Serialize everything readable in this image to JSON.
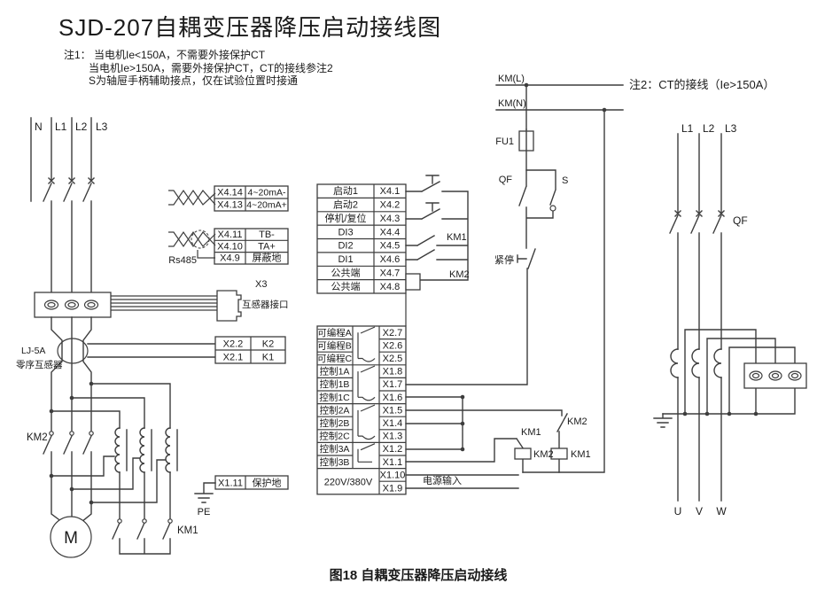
{
  "title": "SJD-207自耦变压器降压启动接线图",
  "note1": {
    "line1": "注1： 当电机Ie<150A，不需要外接保护CT",
    "line2": "当电机Ie>150A，需要外接保护CT，CT的接线参注2",
    "line3": "S为轴屉手柄辅助接点，仅在试验位置时接通"
  },
  "note2": "注2：CT的接线（Ie>150A）",
  "caption": "图18 自耦变压器降压启动接线",
  "colors": {
    "wire": "#3d3d3d",
    "text": "#1a1a1a",
    "background": "#ffffff"
  },
  "left_circuit": {
    "phase_n": "N",
    "phase_l1": "L1",
    "phase_l2": "L2",
    "phase_l3": "L3",
    "ct_model": "LJ-5A",
    "ct_type": "零序互感器",
    "run_contactor": "KM2",
    "star_contactor": "KM1",
    "motor": "M"
  },
  "device": {
    "analog_terminals": [
      {
        "id": "X4.14",
        "label": "4~20mA-"
      },
      {
        "id": "X4.13",
        "label": "4~20mA+"
      }
    ],
    "comm_terminals": [
      {
        "id": "X4.11",
        "label": "TB-"
      },
      {
        "id": "X4.10",
        "label": "TA+"
      },
      {
        "id": "X4.9",
        "label": "屏蔽地"
      }
    ],
    "comm_bus_label": "Rs485",
    "ct_port": {
      "id": "X3",
      "label": "互感器接口"
    },
    "relay_out_terminals": [
      {
        "id": "X2.2",
        "label": "K2"
      },
      {
        "id": "X2.1",
        "label": "K1"
      }
    ],
    "digital_terminals": [
      {
        "label": "启动1",
        "id": "X4.1"
      },
      {
        "label": "启动2",
        "id": "X4.2"
      },
      {
        "label": "停机/复位",
        "id": "X4.3"
      },
      {
        "label": "DI3",
        "id": "X4.4"
      },
      {
        "label": "DI2",
        "id": "X4.5"
      },
      {
        "label": "DI1",
        "id": "X4.6"
      },
      {
        "label": "公共端",
        "id": "X4.7"
      },
      {
        "label": "公共端",
        "id": "X4.8"
      }
    ],
    "control_terminals": [
      {
        "label": "可编程A",
        "id": "X2.7"
      },
      {
        "label": "可编程B",
        "id": "X2.6"
      },
      {
        "label": "可编程C",
        "id": "X2.5"
      },
      {
        "label": "控制1A",
        "id": "X1.8"
      },
      {
        "label": "控制1B",
        "id": "X1.7"
      },
      {
        "label": "控制1C",
        "id": "X1.6"
      },
      {
        "label": "控制2A",
        "id": "X1.5"
      },
      {
        "label": "控制2B",
        "id": "X1.4"
      },
      {
        "label": "控制2C",
        "id": "X1.3"
      },
      {
        "label": "控制3A",
        "id": "X1.2"
      },
      {
        "label": "控制3B",
        "id": "X1.1"
      }
    ],
    "power_terminal": {
      "voltage": "220V/380V",
      "id_top": "X1.10",
      "id_bottom": "X1.9",
      "label": "电源输入"
    },
    "pe_terminal": {
      "id": "X1.11",
      "label": "保护地",
      "ground_label": "PE"
    }
  },
  "control_circuit": {
    "supply_l": "KM(L)",
    "supply_n": "KM(N)",
    "fuse": "FU1",
    "breaker": "QF",
    "test_switch": "S",
    "estop": "紧停",
    "km1_feedback": "KM1",
    "km2_feedback": "KM2",
    "km2_interlock": "KM2",
    "km1_interlock": "KM1",
    "km2_coil": "KM2",
    "km1_coil": "KM1"
  },
  "right_circuit": {
    "phase_l1": "L1",
    "phase_l2": "L2",
    "phase_l3": "L3",
    "breaker": "QF",
    "out_u": "U",
    "out_v": "V",
    "out_w": "W"
  }
}
